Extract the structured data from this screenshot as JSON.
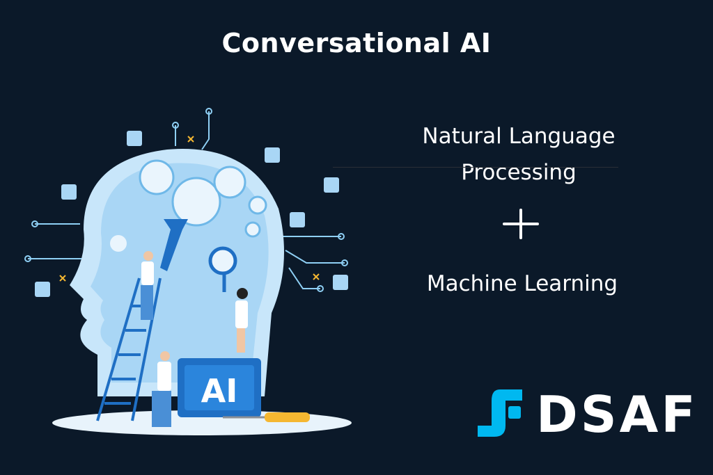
{
  "title": "Conversational AI",
  "topics": {
    "first_line1": "Natural Language",
    "first_line2": "Processing",
    "plus_icon": "plus-icon",
    "second": "Machine Learning"
  },
  "illustration": {
    "chip_label": "AI"
  },
  "logo": {
    "text": "DSAF",
    "mark_color": "#00b8f0"
  },
  "colors": {
    "background": "#0b1929",
    "accent": "#8fd0f5"
  }
}
